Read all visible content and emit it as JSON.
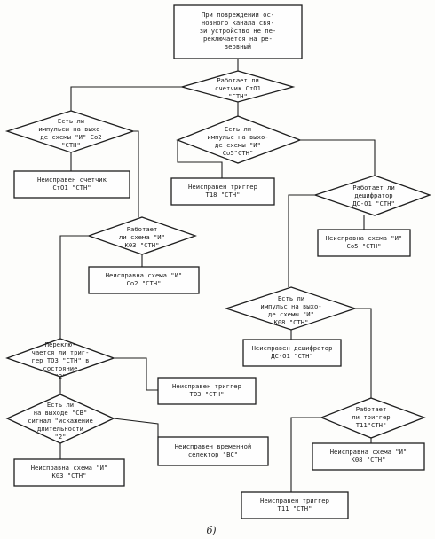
{
  "nodes": {
    "start": [
      "При повреждении ос-",
      "новного канала свя-",
      "зи устройство не пе-",
      "реключается на ре-",
      "зервный"
    ],
    "d_st01": [
      "Работает ли",
      "счетчик СтО1",
      "\"СТН\""
    ],
    "d_co2": [
      "Есть ли",
      "импульсы на выхо-",
      "де схемы \"И\" Со2",
      "\"СТН\""
    ],
    "r_counter": [
      "Неисправен счетчик",
      "СтО1 \"СТН\""
    ],
    "d_co5": [
      "Есть ли",
      "импульс на выхо-",
      "де схемы \"И\"",
      "Со5\"СТН\""
    ],
    "r_t18": [
      "Неисправен триггер",
      "Т18 \"СТН\""
    ],
    "d_dc01": [
      "Работает ли",
      "дешифратор",
      "ДС-О1 \"СТН\""
    ],
    "r_co5": [
      "Неисправна схема \"И\"",
      "Со5 \"СТН\""
    ],
    "d_k03": [
      "Работает",
      "ли схема \"И\"",
      "К03 \"СТН\""
    ],
    "r_co2": [
      "Неисправна схема \"И\"",
      "Со2 \"СТН\""
    ],
    "d_k08": [
      "Есть ли",
      "импульс на выхо-",
      "де схемы \"И\"",
      "К08 \"СТН\""
    ],
    "r_dc01": [
      "Неисправен дешифратор",
      "ДС-О1 \"СТН\""
    ],
    "d_t03": [
      "Переклю-",
      "чается ли триг-",
      "гер ТО3 \"СТН\" в",
      "состояние",
      "\"2\""
    ],
    "r_t03": [
      "Неисправен триггер",
      "ТО3 \"СТН\""
    ],
    "d_sv": [
      "Есть ли",
      "на выходе \"СВ\"",
      "сигнал \"искажение",
      "длительности",
      "\"2\""
    ],
    "r_selector": [
      "Неисправен временной",
      "селектор \"ВС\""
    ],
    "r_k03": [
      "Неисправна схема \"И\"",
      "К03 \"СТН\""
    ],
    "d_t11": [
      "Работает",
      "ли триггер",
      "Т11\"СТН\""
    ],
    "r_k08": [
      "Неисправна схема \"И\"",
      "К08 \"СТН\""
    ],
    "r_t11": [
      "Неисправен триггер",
      "Т11 \"СТН\""
    ]
  },
  "caption": "б)"
}
